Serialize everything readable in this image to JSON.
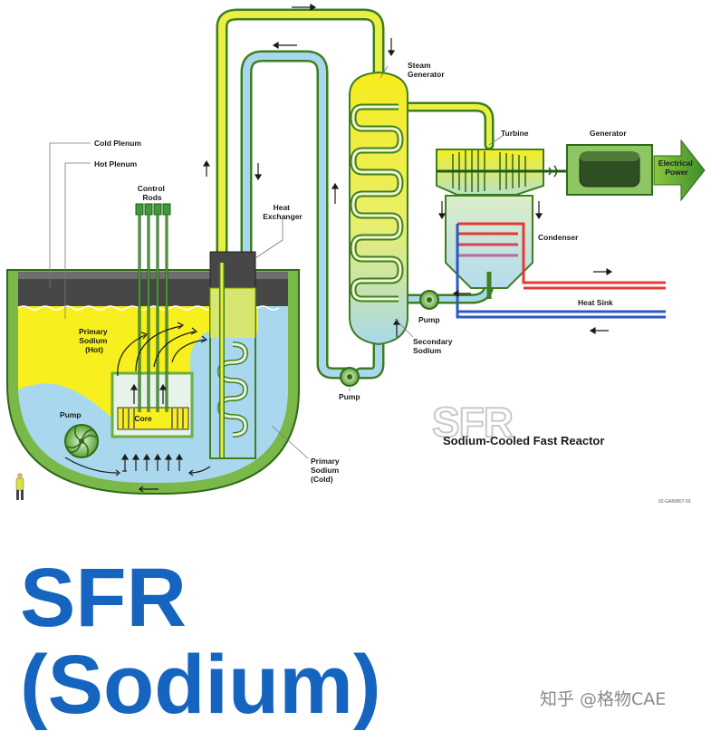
{
  "diagram": {
    "labels": {
      "cold_plenum": "Cold Plenum",
      "hot_plenum": "Hot Plenum",
      "control_rods": [
        "Control",
        "Rods"
      ],
      "heat_exchanger": [
        "Heat",
        "Exchanger"
      ],
      "steam_generator": [
        "Steam",
        "Generator"
      ],
      "turbine": "Turbine",
      "generator": "Generator",
      "electrical_power": [
        "Electrical",
        "Power"
      ],
      "condenser": "Condenser",
      "heat_sink": "Heat Sink",
      "pump_secondary_loop": "Pump",
      "pump_intermediate": "Pump",
      "pump_primary": "Pump",
      "secondary_sodium": [
        "Secondary",
        "Sodium"
      ],
      "primary_sodium_hot": [
        "Primary",
        "Sodium",
        "(Hot)"
      ],
      "primary_sodium_cold": [
        "Primary",
        "Sodium",
        "(Cold)"
      ],
      "core": "Core",
      "logo": "SFR",
      "subtitle": "Sodium-Cooled Fast Reactor",
      "code": "02-GA50807-03"
    },
    "colors": {
      "hot_sodium": "#f7ef1e",
      "cold_sodium": "#a9d8ee",
      "vessel": "#7ab84a",
      "piping": "#6cae3f",
      "hot_water": "#e53935",
      "cold_water": "#2b59c3",
      "title_blue": "#1565c0"
    }
  },
  "title": {
    "line1": "SFR",
    "line2": "(Sodium)"
  },
  "watermark": "知乎 @格物CAE"
}
